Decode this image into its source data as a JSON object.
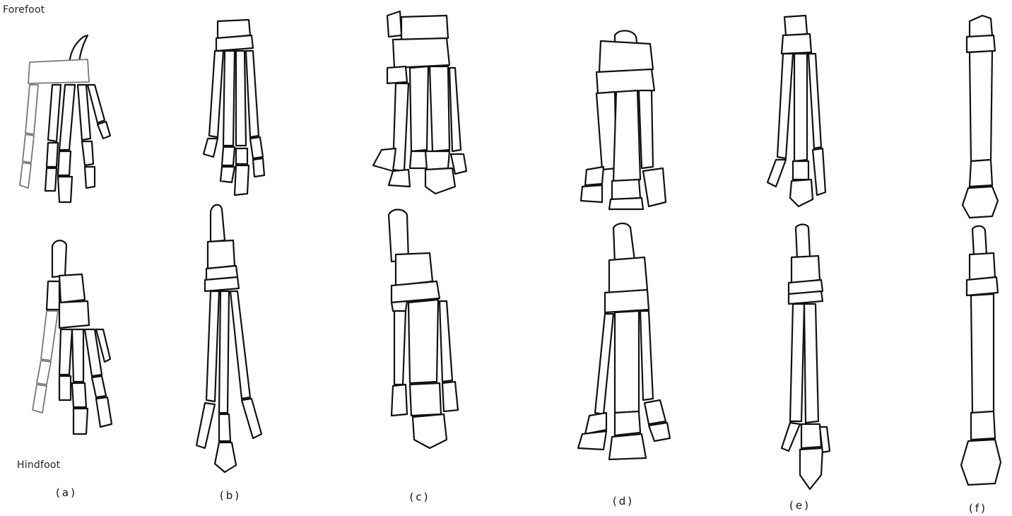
{
  "labels": {
    "forefoot": "Forefoot",
    "hindfoot": "Hindfoot"
  },
  "columns": [
    {
      "label": "(a)"
    },
    {
      "label": "(b)"
    },
    {
      "label": "(c)"
    },
    {
      "label": "(d)"
    },
    {
      "label": "(e)"
    },
    {
      "label": "(f)"
    }
  ]
}
